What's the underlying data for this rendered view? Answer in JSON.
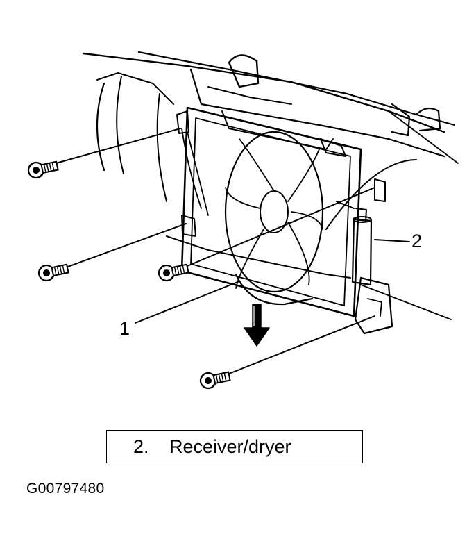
{
  "callouts": [
    {
      "number": "1"
    },
    {
      "number": "2"
    }
  ],
  "legend": {
    "items": [
      {
        "number": "2.",
        "label": "Receiver/dryer"
      }
    ]
  },
  "figure_id": "G00797480",
  "colors": {
    "ink": "#000000",
    "paper": "#ffffff"
  },
  "icons": [
    "bolt-icon",
    "down-arrow-icon"
  ]
}
